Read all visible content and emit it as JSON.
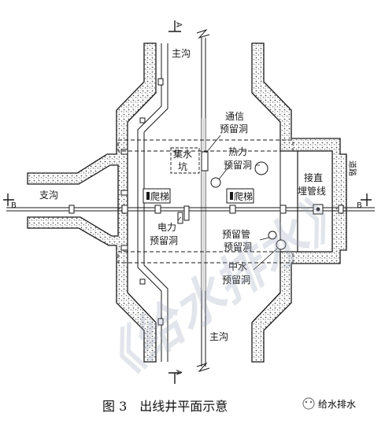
{
  "labels": {
    "main_ditch_top": "主沟",
    "main_ditch_bottom": "主沟",
    "branch_ditch": "支沟",
    "telecom_reserved_hole": [
      "通信",
      "预留洞"
    ],
    "heat_reserved_hole": [
      "热力",
      "预留洞"
    ],
    "sump_pit": [
      "集水",
      "坑"
    ],
    "ladder_left": "爬梯",
    "ladder_right": "爬梯",
    "electric_reserved_hole": [
      "电力",
      "预留洞"
    ],
    "pipe_reserved_hole": [
      "预留管",
      "预留洞"
    ],
    "medium_water_reserved_hole": [
      "中水",
      "预留洞"
    ],
    "direct_buried_line": [
      "接直",
      "埋管线"
    ],
    "right_vertical_text": "道路",
    "section_a_top": "A",
    "section_a_bottom": "A",
    "section_b_left": "B",
    "section_b_right": "B"
  },
  "caption": "图 3　出线井平面示意",
  "watermark": {
    "brand": "给水排水",
    "big_text": "《给水排水》"
  },
  "colors": {
    "line": "#1a1a1a",
    "hatch": "#555555",
    "watermark": "#9aa6b8"
  }
}
